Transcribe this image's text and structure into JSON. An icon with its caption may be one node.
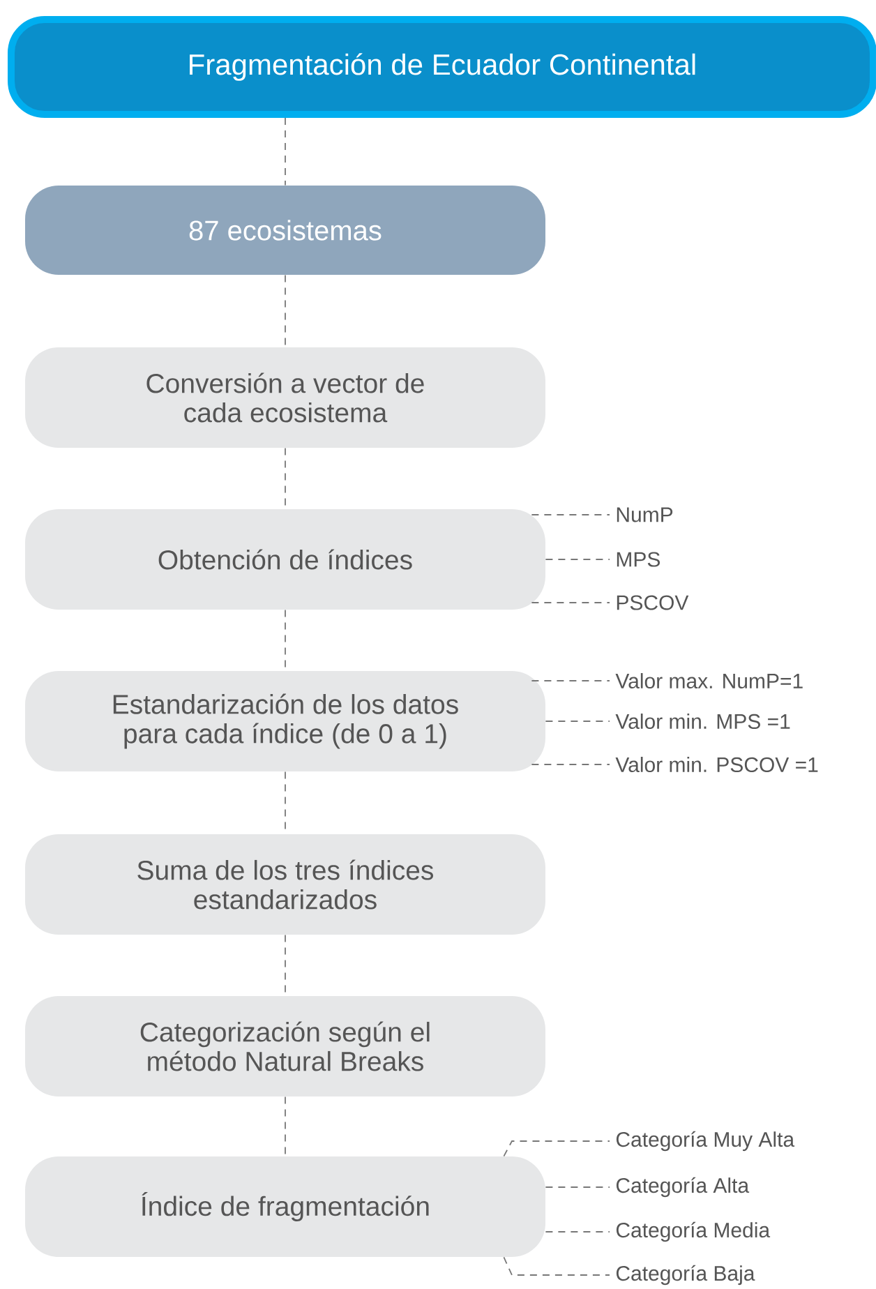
{
  "diagram": {
    "nodes": [
      {
        "text": [
          "Fragmentación de Ecuador Continental"
        ]
      },
      {
        "text": [
          "87 ecosistemas"
        ]
      },
      {
        "text": [
          "Conversión a vector de cada ecosistema"
        ]
      },
      {
        "text": [
          "Obtención de índices"
        ]
      },
      {
        "text": [
          "Estandarización de los datos para cada índice (de 0 a 1)"
        ]
      },
      {
        "text": [
          "Suma de los tres índices estandarizados"
        ]
      },
      {
        "text": [
          "Categorización según el método Natural Breaks"
        ]
      },
      {
        "text": [
          "Índice de fragmentación"
        ]
      },
      {
        "text": [
          "NumP"
        ]
      },
      {
        "text": [
          "MPS"
        ]
      },
      {
        "text": [
          "PSCOV"
        ]
      },
      {
        "text": [
          "Valor max. NumP=1"
        ]
      },
      {
        "text": [
          "Valor min. MPS =1"
        ]
      },
      {
        "text": [
          "Valor min. PSCOV =1"
        ]
      },
      {
        "text": [
          "Categoría Muy Alta"
        ]
      },
      {
        "text": [
          "Categoría Alta"
        ]
      },
      {
        "text": [
          "Categoría Media"
        ]
      },
      {
        "text": [
          "Categoría Baja"
        ]
      }
    ],
    "edges": [
      {
        "from": 0,
        "to": 1,
        "arrow": "none"
      },
      {
        "from": 1,
        "to": 2,
        "arrow": "none"
      },
      {
        "from": 2,
        "to": 3,
        "arrow": "none"
      },
      {
        "from": 3,
        "to": 4,
        "arrow": "none"
      },
      {
        "from": 4,
        "to": 5,
        "arrow": "none"
      },
      {
        "from": 5,
        "to": 6,
        "arrow": "none"
      },
      {
        "from": 6,
        "to": 7,
        "arrow": "none"
      },
      {
        "from": 3,
        "to": 8,
        "arrow": "none"
      },
      {
        "from": 3,
        "to": 9,
        "arrow": "none"
      },
      {
        "from": 3,
        "to": 10,
        "arrow": "none"
      },
      {
        "from": 4,
        "to": 11,
        "arrow": "none"
      },
      {
        "from": 4,
        "to": 12,
        "arrow": "none"
      },
      {
        "from": 4,
        "to": 13,
        "arrow": "none"
      },
      {
        "from": 7,
        "to": 14,
        "arrow": "none"
      },
      {
        "from": 7,
        "to": 15,
        "arrow": "none"
      },
      {
        "from": 7,
        "to": 16,
        "arrow": "none"
      },
      {
        "from": 7,
        "to": 17,
        "arrow": "none"
      }
    ]
  }
}
